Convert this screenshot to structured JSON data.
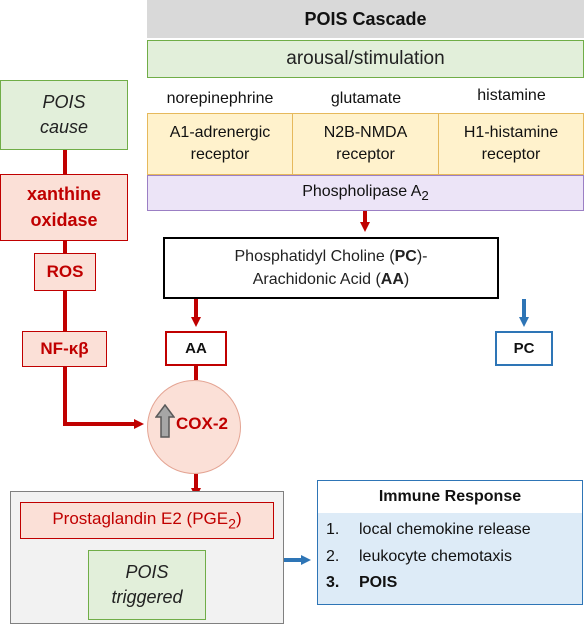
{
  "cascade": {
    "header": "POIS Cascade",
    "arousal": "arousal/stimulation",
    "neurotransmitters": [
      "norepinephrine",
      "glutamate",
      "histamine"
    ],
    "receptors": [
      {
        "line1": "A1-adrenergic",
        "line2": "receptor"
      },
      {
        "line1": "N2B-NMDA",
        "line2": "receptor"
      },
      {
        "line1": "H1-histamine",
        "line2": "receptor"
      }
    ],
    "phospholipase": "Phospholipase A",
    "phospholipase_sub": "2",
    "pc_aa": {
      "line1_pre": "Phosphatidyl Choline (",
      "line1_bold": "PC",
      "line1_post": ")-",
      "line2_pre": "Arachidonic Acid (",
      "line2_bold": "AA",
      "line2_post": ")"
    },
    "aa_label": "AA",
    "pc_label": "PC"
  },
  "left_chain": {
    "pois_cause_line1": "POIS",
    "pois_cause_line2": "cause",
    "xanthine_line1": "xanthine",
    "xanthine_line2": "oxidase",
    "ros": "ROS",
    "nfkb": "NF-κβ"
  },
  "cox2": {
    "label": "COX-2",
    "indicator": "up-arrow-icon"
  },
  "pge2": {
    "label_pre": "Prostaglandin E2 (PGE",
    "label_sub": "2",
    "label_post": ")",
    "pois_triggered_line1": "POIS",
    "pois_triggered_line2": "triggered"
  },
  "immune": {
    "title": "Immune Response",
    "items": [
      {
        "num": "1.",
        "text": "local chemokine release"
      },
      {
        "num": "2.",
        "text": "leukocyte chemotaxis"
      },
      {
        "num": "3.",
        "text": "POIS"
      }
    ]
  },
  "colors": {
    "red": "#c00000",
    "blue": "#2e75b6",
    "green_fill": "#e2efda",
    "yellow_fill": "#fff2cc",
    "purple_fill": "#ece4f7",
    "pink_fill": "#fbe0d7",
    "blue_fill": "#ddebf7"
  }
}
